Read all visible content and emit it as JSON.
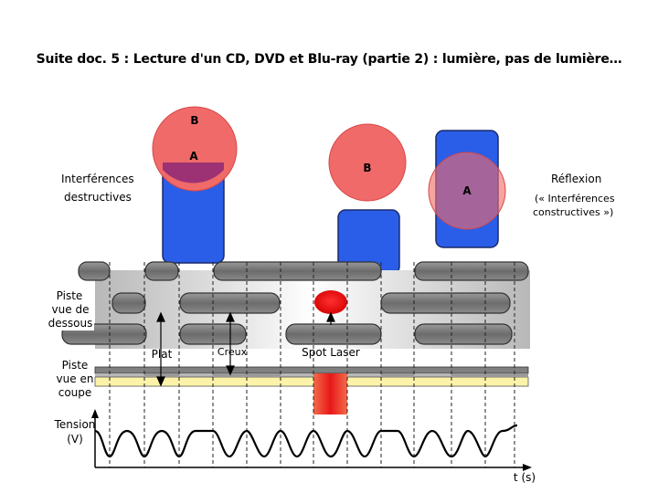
{
  "title": "Suite doc. 5 : Lecture d'un CD, DVD et Blu-ray (partie 2) : lumière, pas de lumière…",
  "labels": {
    "interferences_line1": "Interférences",
    "interferences_line2": "destructives",
    "reflexion": "Réflexion",
    "constructives_line1": "(« Interférences",
    "constructives_line2": "constructives »)",
    "piste_dessous_1": "Piste",
    "piste_dessous_2": "vue de",
    "piste_dessous_3": "dessous",
    "piste_coupe_1": "Piste",
    "piste_coupe_2": "vue en",
    "piste_coupe_3": "coupe",
    "plat": "Plat",
    "creux": "Creux",
    "spot_laser": "Spot Laser",
    "tension_1": "Tension",
    "tension_2": "(V)",
    "time_axis": "t (s)"
  },
  "beam_labels": {
    "left_b": "B",
    "left_a": "A",
    "mid_b": "B",
    "right_a": "A"
  },
  "colors": {
    "beam_blue": "#2a5ee8",
    "circle_red": "#f05a5a",
    "overlap": "#a0306a",
    "pit_gray": "#888888",
    "coupe_yellow": "#fdf3a8",
    "laser_red": "#e82020"
  }
}
